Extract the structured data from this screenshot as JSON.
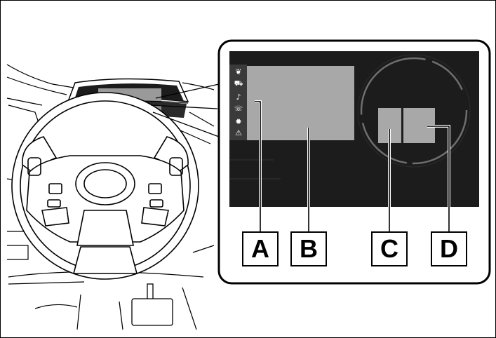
{
  "figure": {
    "callouts": [
      {
        "id": "A",
        "label": "A"
      },
      {
        "id": "B",
        "label": "B"
      },
      {
        "id": "C",
        "label": "C"
      },
      {
        "id": "D",
        "label": "D"
      }
    ],
    "side_icons": [
      "eco-leaf-icon",
      "car-assist-icon",
      "music-note-icon",
      "phone-car-icon",
      "settings-gear-icon",
      "warning-triangle-icon"
    ],
    "colors": {
      "display_background": "#1c1c1c",
      "display_area": "#a8a8a8",
      "ring": "#7a7a7a",
      "line_art": "#000000"
    }
  }
}
